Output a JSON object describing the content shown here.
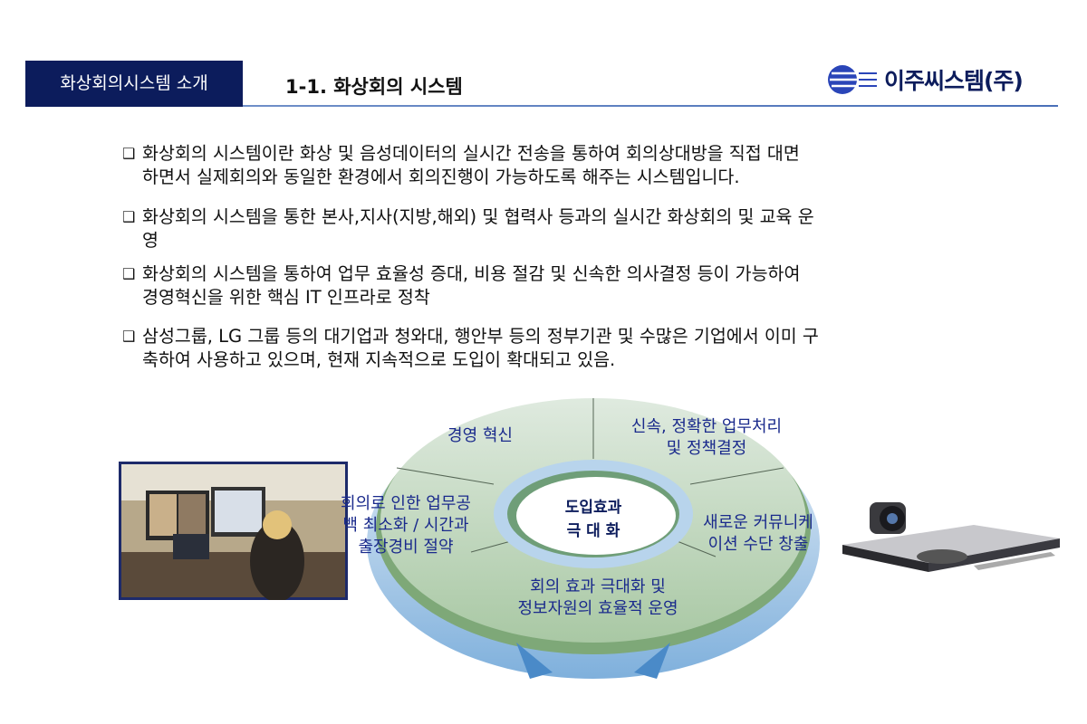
{
  "header": {
    "section_label": "화상회의시스템 소개",
    "title": "1-1. 화상회의 시스템",
    "logo_text": "이주씨스템(주)"
  },
  "bullets": [
    {
      "line1": "화상회의 시스템이란 화상 및 음성데이터의 실시간 전송을 통하여 회의상대방을 직접 대면",
      "line2": "하면서 실제회의와 동일한 환경에서 회의진행이 가능하도록 해주는 시스템입니다."
    },
    {
      "line1": "화상회의 시스템을 통한 본사,지사(지방,해외) 및 협력사 등과의 실시간 화상회의 및 교육 운",
      "line2": "영"
    },
    {
      "line1": "화상회의 시스템을 통하여 업무 효율성 증대, 비용 절감 및 신속한 의사결정 등이 가능하여",
      "line2": "경영혁신을 위한 핵심 IT 인프라로 정착"
    },
    {
      "line1": "삼성그룹, LG 그룹 등의 대기업과 청와대, 행안부 등의 정부기관 및 수많은 기업에서 이미 구",
      "line2": "축하여 사용하고 있으며, 현재 지속적으로 도입이 확대되고 있음."
    }
  ],
  "diagram": {
    "center": {
      "line1": "도입효과",
      "line2": "극 대 화"
    },
    "segments": [
      {
        "line1": "경영 혁신"
      },
      {
        "line1": "신속, 정확한 업무처리",
        "line2": "및 정책결정"
      },
      {
        "line1": "새로운 커뮤니케",
        "line2": "이션 수단 창출"
      },
      {
        "line1": "회의 효과 극대화 및",
        "line2": "정보자원의 효율적 운영"
      },
      {
        "line1": "회의로 인한 업무공",
        "line2": "백 최소화 / 시간과",
        "line3": "출장경비 절약"
      }
    ]
  }
}
